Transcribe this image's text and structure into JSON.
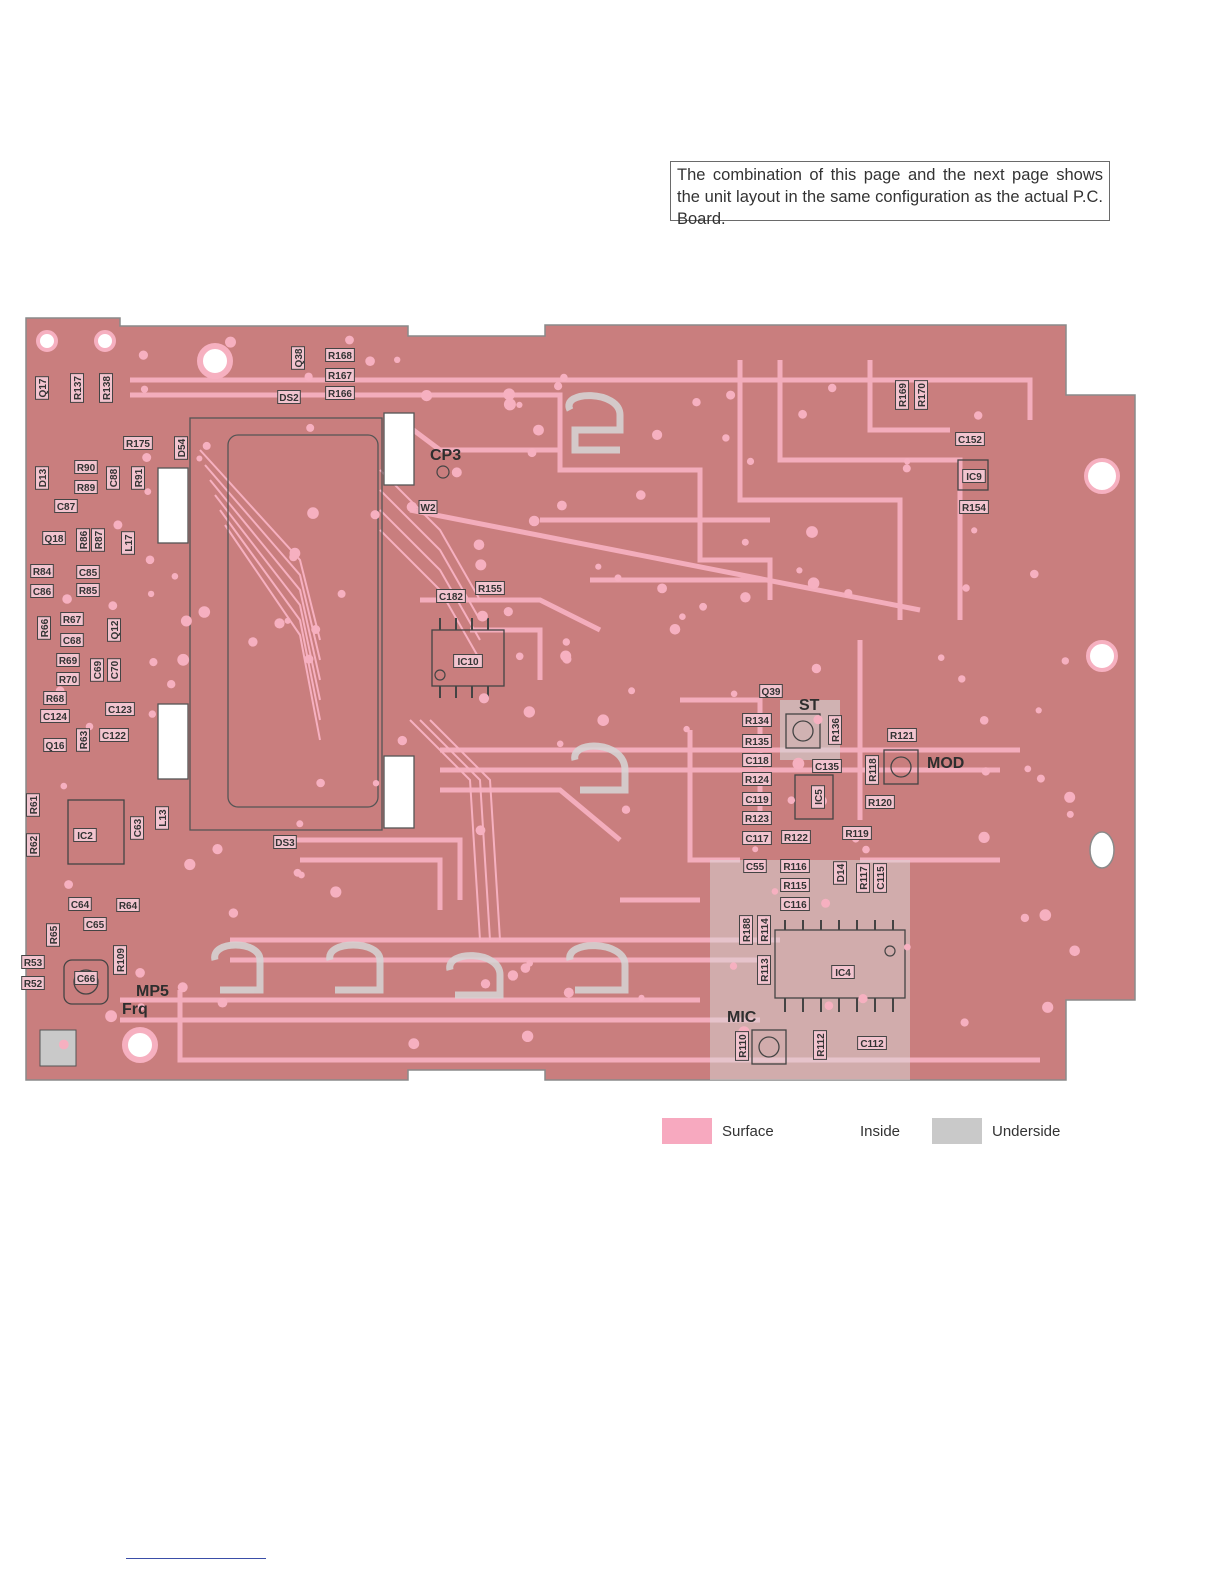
{
  "note": "The combination of this page and the next page shows the unit layout in the same configuration as the actual P.C. Board.",
  "legend": [
    {
      "label": "Surface",
      "color": "#f7a9bf"
    },
    {
      "label": "Inside",
      "color": "#ffffff"
    },
    {
      "label": "Underside",
      "color": "#c9c9c9"
    }
  ],
  "colors": {
    "board": "#c97e7e",
    "trace": "#f6b0c0",
    "outline": "#8a8a8a"
  },
  "board": {
    "major_labels": [
      "CP3",
      "ST",
      "MOD",
      "MP5",
      "Frq",
      "MIC"
    ],
    "components": [
      "Q17",
      "R137",
      "R138",
      "D13",
      "R175",
      "R90",
      "R89",
      "C87",
      "C88",
      "R91",
      "D54",
      "Q18",
      "R86",
      "R87",
      "L17",
      "R84",
      "C85",
      "C86",
      "R85",
      "R66",
      "R67",
      "C68",
      "Q12",
      "R69",
      "C69",
      "C70",
      "R70",
      "R68",
      "C124",
      "C123",
      "Q16",
      "R63",
      "C122",
      "R61",
      "IC2",
      "R62",
      "C63",
      "L13",
      "C64",
      "R64",
      "C65",
      "R65",
      "R53",
      "R52",
      "C66",
      "R109",
      "Q38",
      "R168",
      "R167",
      "DS2",
      "R166",
      "W2",
      "C182",
      "R155",
      "IC10",
      "DS3",
      "Q39",
      "R134",
      "R136",
      "R135",
      "C118",
      "R124",
      "C119",
      "R123",
      "C117",
      "C55",
      "C135",
      "IC5",
      "R118",
      "R121",
      "R120",
      "R122",
      "R119",
      "R116",
      "R115",
      "C116",
      "D14",
      "R117",
      "C115",
      "R188",
      "R114",
      "R113",
      "IC4",
      "R112",
      "C112",
      "R110",
      "R169",
      "R170",
      "C152",
      "IC9",
      "R154"
    ]
  }
}
